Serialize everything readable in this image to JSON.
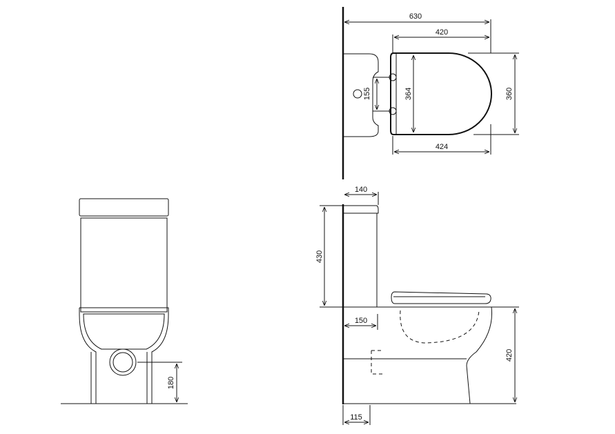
{
  "dimensions": {
    "top_overall_length": "630",
    "top_seat_length": "420",
    "top_seat_inner_width": "364",
    "top_overall_width": "360",
    "top_fixing_spacing": "155",
    "top_bottom_length": "424",
    "side_tank_depth": "140",
    "side_tank_height": "430",
    "side_outlet_offset": "150",
    "side_seat_height": "420",
    "side_outlet_center": "115",
    "front_outlet_height": "180"
  }
}
